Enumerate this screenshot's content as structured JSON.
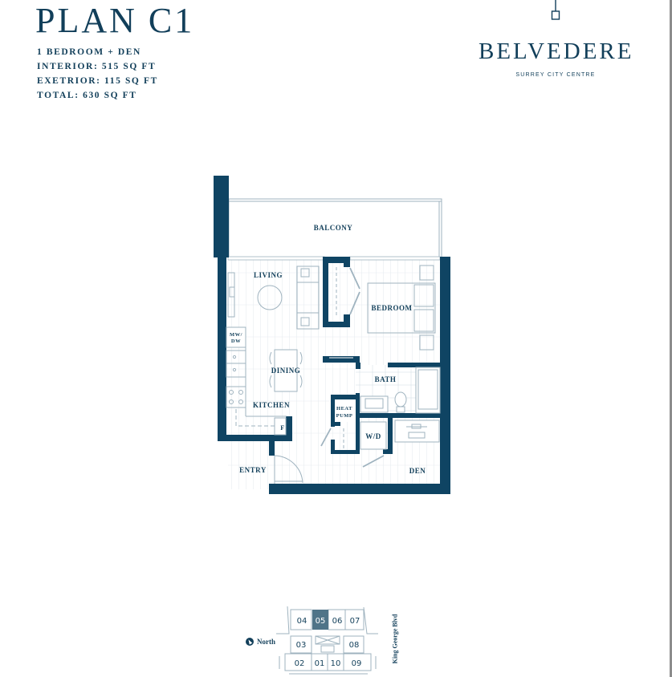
{
  "plan": {
    "title": "PLAN C1",
    "specs": [
      "1 BEDROOM + DEN",
      "INTERIOR: 515 SQ FT",
      "EXETRIOR: 115 SQ FT",
      "TOTAL: 630 SQ FT"
    ]
  },
  "brand": {
    "name": "BELVEDERE",
    "subtitle": "SURREY CITY CENTRE",
    "logo_icon": "pendant-square-icon"
  },
  "rooms": {
    "balcony": "BALCONY",
    "living": "LIVING",
    "bedroom": "BEDROOM",
    "mw_dw_line1": "MW/",
    "mw_dw_line2": "DW",
    "dining": "DINING",
    "bath": "BATH",
    "kitchen": "KITCHEN",
    "heat_pump_line1": "HEAT",
    "heat_pump_line2": "PUMP",
    "fridge": "F",
    "wd": "W/D",
    "entry": "ENTRY",
    "den": "DEN"
  },
  "key_plan": {
    "north_label": "North",
    "street_label": "King George Blvd",
    "highlighted_unit": "05",
    "highlight_color": "#4f7488",
    "units": {
      "u04": "04",
      "u05": "05",
      "u06": "06",
      "u07": "07",
      "u03": "03",
      "u08": "08",
      "u02": "02",
      "u01": "01",
      "u10": "10",
      "u09": "09"
    }
  },
  "colors": {
    "primary": "#123f5a",
    "wall": "#0f4463",
    "line": "#9fb3bf",
    "page_edge": "#8c8c8c"
  }
}
